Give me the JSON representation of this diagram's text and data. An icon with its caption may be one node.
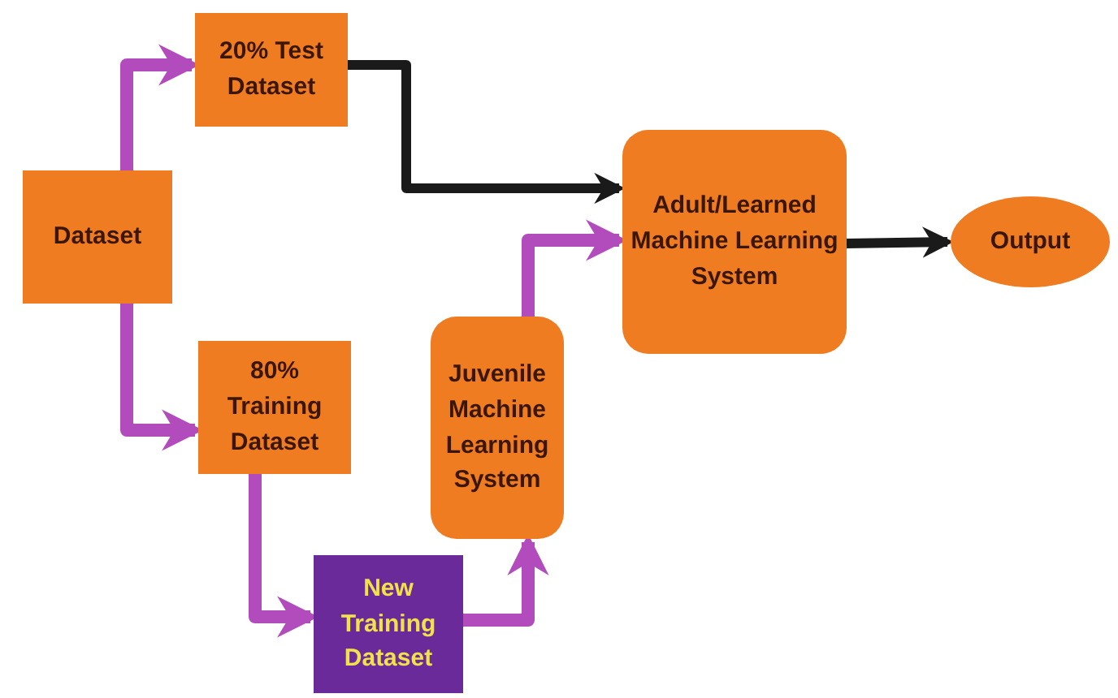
{
  "diagram": {
    "nodes": [
      {
        "text": [
          "Dataset"
        ]
      },
      {
        "text": [
          "20% Test Dataset"
        ]
      },
      {
        "text": [
          "80% Training Dataset"
        ]
      },
      {
        "text": [
          "Juvenile Machine Learning System"
        ]
      },
      {
        "text": [
          "New Training Dataset"
        ]
      },
      {
        "text": [
          "Adult/Learned Machine Learning System"
        ]
      },
      {
        "text": [
          "Output"
        ]
      }
    ],
    "edges": [
      {
        "from": 0,
        "to": 1,
        "arrow": "to"
      },
      {
        "from": 0,
        "to": 2,
        "arrow": "to"
      },
      {
        "from": 1,
        "to": 5,
        "arrow": "to",
        "color": "#1a1a1a"
      },
      {
        "from": 2,
        "to": 4,
        "arrow": "to"
      },
      {
        "from": 4,
        "to": 3,
        "arrow": "to"
      },
      {
        "from": 3,
        "to": 5,
        "arrow": "to"
      },
      {
        "from": 5,
        "to": 6,
        "arrow": "to",
        "color": "#1a1a1a"
      }
    ]
  }
}
